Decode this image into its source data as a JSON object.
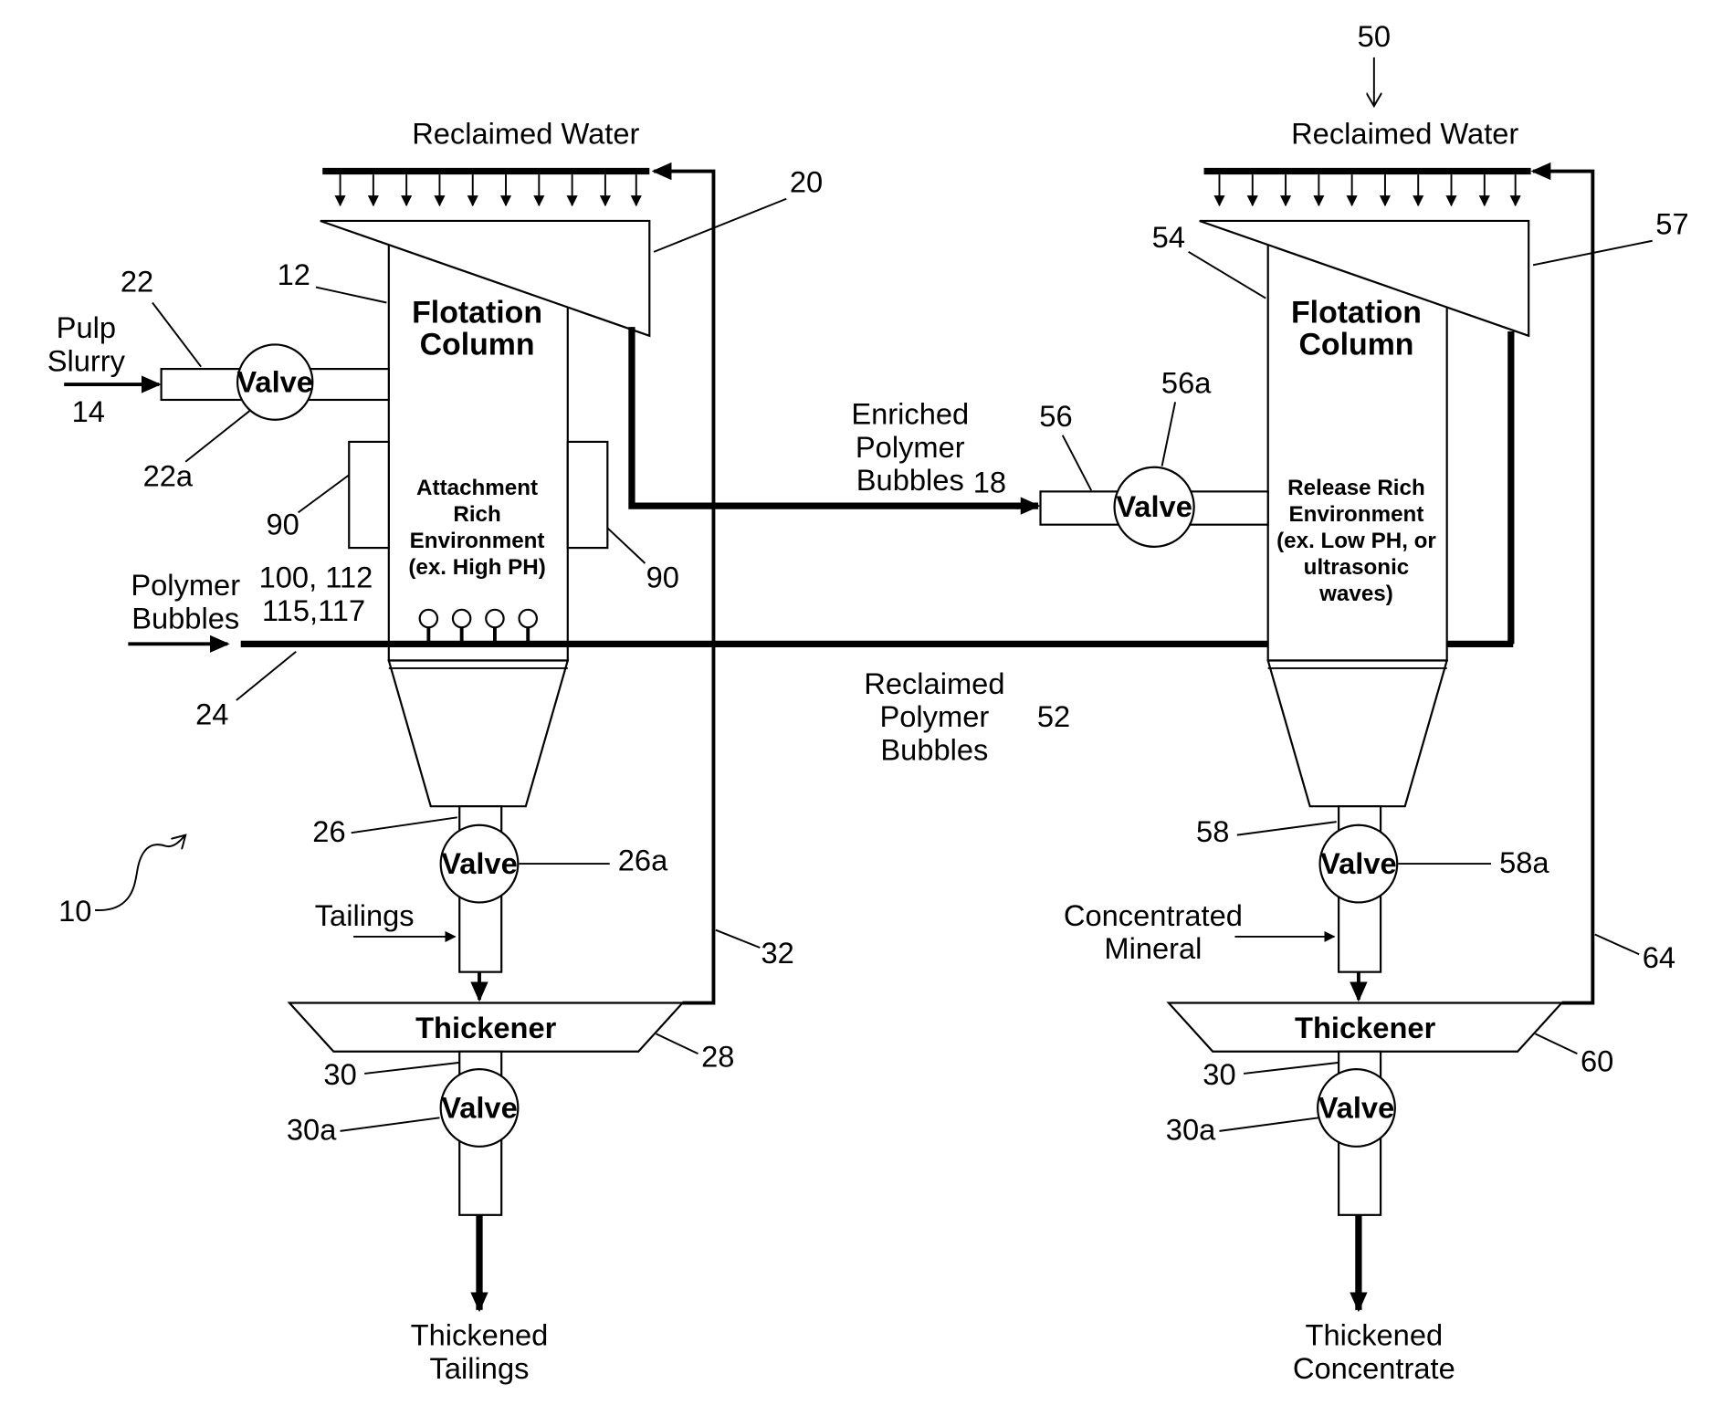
{
  "labels": {
    "reclaimed_water_left": "Reclaimed Water",
    "reclaimed_water_right": "Reclaimed Water",
    "flotation_column_left_l1": "Flotation",
    "flotation_column_left_l2": "Column",
    "flotation_column_right_l1": "Flotation",
    "flotation_column_right_l2": "Column",
    "pulp_slurry_l1": "Pulp",
    "pulp_slurry_l2": "Slurry",
    "attach_l1": "Attachment",
    "attach_l2": "Rich",
    "attach_l3": "Environment",
    "attach_l4": "(ex. High PH)",
    "release_l1": "Release  Rich",
    "release_l2": "Environment",
    "release_l3": "(ex. Low PH, or",
    "release_l4": "ultrasonic",
    "release_l5": "waves)",
    "polymer_bubbles_l1": "Polymer",
    "polymer_bubbles_l2": "Bubbles",
    "enriched_l1": "Enriched",
    "enriched_l2": "Polymer",
    "enriched_l3": "Bubbles",
    "reclaimed_polymer_l1": "Reclaimed",
    "reclaimed_polymer_l2": "Polymer",
    "reclaimed_polymer_l3": "Bubbles",
    "tailings": "Tailings",
    "concentrated_l1": "Concentrated",
    "concentrated_l2": "Mineral",
    "thickener_left": "Thickener",
    "thickener_right": "Thickener",
    "thickened_tailings_l1": "Thickened",
    "thickened_tailings_l2": "Tailings",
    "thickened_concentrate_l1": "Thickened",
    "thickened_concentrate_l2": "Concentrate",
    "valve": "Valve"
  },
  "refs": {
    "r50": "50",
    "r20": "20",
    "r57": "57",
    "r54": "54",
    "r22": "22",
    "r12": "12",
    "r14": "14",
    "r22a": "22a",
    "r90a": "90",
    "r90b": "90",
    "r100": "100, 112",
    "r115": "115,117",
    "r24": "24",
    "r56": "56",
    "r56a": "56a",
    "r18": "18",
    "r52": "52",
    "r26": "26",
    "r26a": "26a",
    "r10": "10",
    "r32": "32",
    "r28": "28",
    "r30l": "30",
    "r30al": "30a",
    "r58": "58",
    "r58a": "58a",
    "r64": "64",
    "r60": "60",
    "r30r": "30",
    "r30ar": "30a"
  }
}
